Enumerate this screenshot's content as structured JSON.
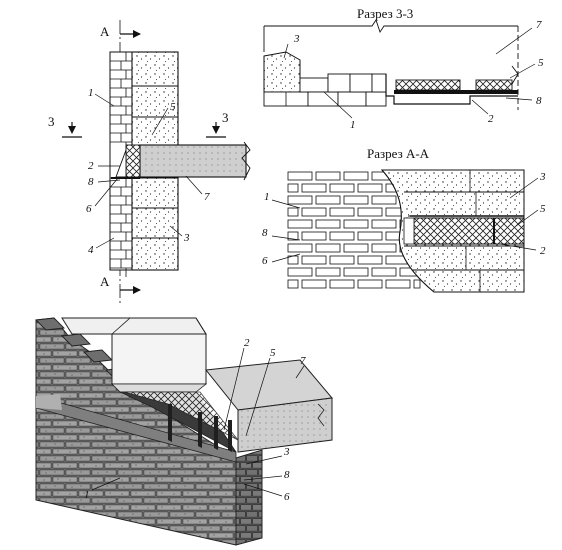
{
  "titles": {
    "section_33": "Разрез 3-3",
    "section_aa": "Разрез А-А"
  },
  "cut_marks": {
    "a_top": "А",
    "a_bottom": "А",
    "three_left": "3",
    "three_right": "3"
  },
  "labels": {
    "n1": "1",
    "n2": "2",
    "n3": "3",
    "n4": "4",
    "n5": "5",
    "n6": "6",
    "n7": "7",
    "n8": "8"
  },
  "colors": {
    "line": "#1a1a1a",
    "brick_face": "#9a9a9a",
    "brick_dark": "#5a5a5a",
    "slab": "#c8c8c8",
    "block": "#e6e6e6"
  }
}
